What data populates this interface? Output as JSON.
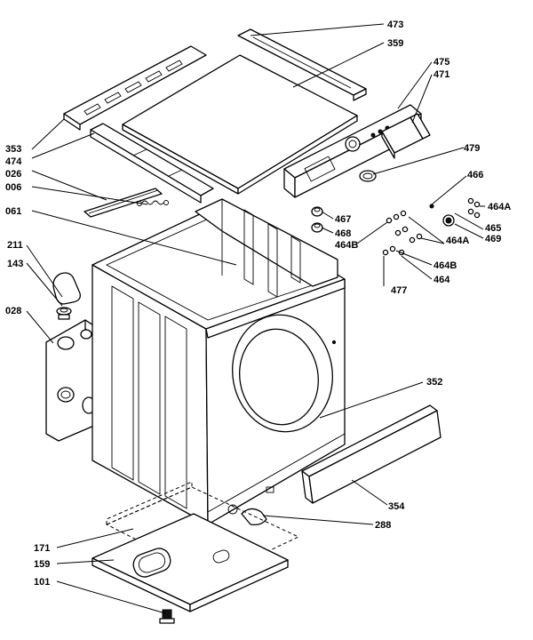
{
  "diagram": {
    "labels": {
      "l473": "473",
      "l359": "359",
      "l475": "475",
      "l471": "471",
      "l353": "353",
      "l474": "474",
      "l026": "026",
      "l006": "006",
      "l479": "479",
      "l466": "466",
      "l061": "061",
      "l467": "467",
      "l468": "468",
      "l464A_1": "464A",
      "l465": "465",
      "l464B_1": "464B",
      "l464A_2": "464A",
      "l469": "469",
      "l211": "211",
      "l143": "143",
      "l464B_2": "464B",
      "l464": "464",
      "l477": "477",
      "l028": "028",
      "l352": "352",
      "l354": "354",
      "l288": "288",
      "l171": "171",
      "l159": "159",
      "l101": "101"
    }
  }
}
